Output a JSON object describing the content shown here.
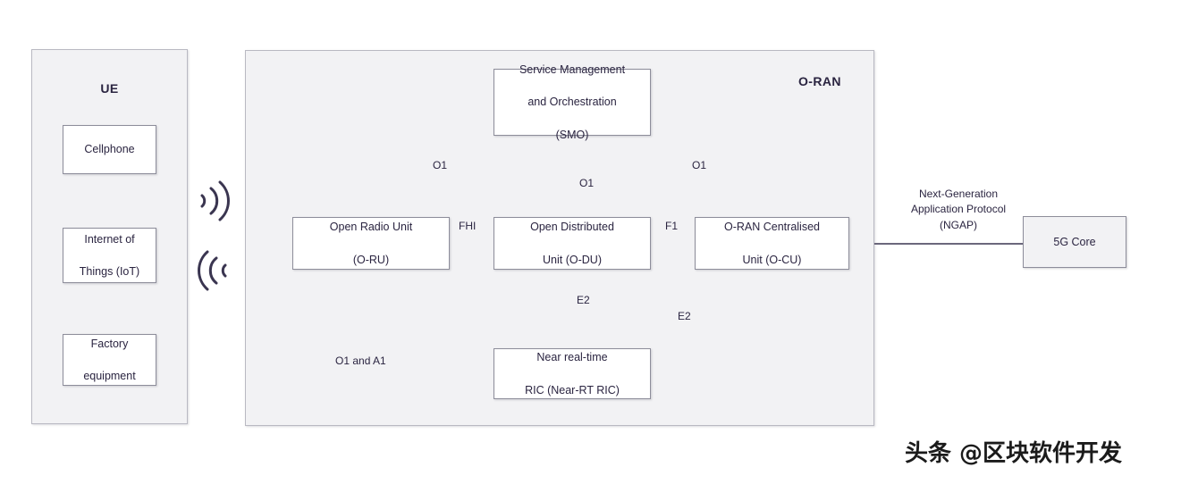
{
  "diagram": {
    "title": "O-RAN architecture",
    "colors": {
      "text": "#2a2440",
      "panel_fill": "#f2f2f4",
      "panel_border": "#b9b9c2",
      "node_fill": "#ffffff",
      "node_border": "#8d8d9a",
      "line": "#3a3550",
      "background": "#ffffff"
    }
  },
  "ue_panel": {
    "title": "UE",
    "nodes": [
      {
        "label": "Cellphone"
      },
      {
        "label": "Internet of\nThings (IoT)",
        "line1": "Internet of",
        "line2": "Things (IoT)"
      },
      {
        "label": "Factory\nequipment",
        "line1": "Factory",
        "line2": "equipment"
      }
    ]
  },
  "wireless": {
    "uplink_icon": "wireless-signal-right-icon",
    "downlink_icon": "wireless-signal-left-icon"
  },
  "oran_panel": {
    "title": "O-RAN",
    "nodes": [
      {
        "id": "smo",
        "line1": "Service Management",
        "line2": "and Orchestration",
        "line3": "(SMO)"
      },
      {
        "id": "o-ru",
        "line1": "Open Radio Unit",
        "line2": "(O-RU)"
      },
      {
        "id": "o-du",
        "line1": "Open Distributed",
        "line2": "Unit (O-DU)"
      },
      {
        "id": "o-cu",
        "line1": "O-RAN Centralised",
        "line2": "Unit (O-CU)"
      },
      {
        "id": "near-rt-ric",
        "line1": "Near real-time",
        "line2": "RIC (Near-RT RIC)"
      }
    ],
    "edge_labels": {
      "o1_left": "O1",
      "o1_center": "O1",
      "o1_right": "O1",
      "fhi": "FHI",
      "f1": "F1",
      "e2_center": "E2",
      "e2_right": "E2",
      "o1_and_a1": "O1 and A1"
    }
  },
  "core": {
    "node_label": "5G Core",
    "link_label": {
      "line1": "Next-Generation",
      "line2": "Application Protocol",
      "line3": "(NGAP)"
    }
  },
  "watermark": {
    "text": "头条 @区块软件开发"
  }
}
